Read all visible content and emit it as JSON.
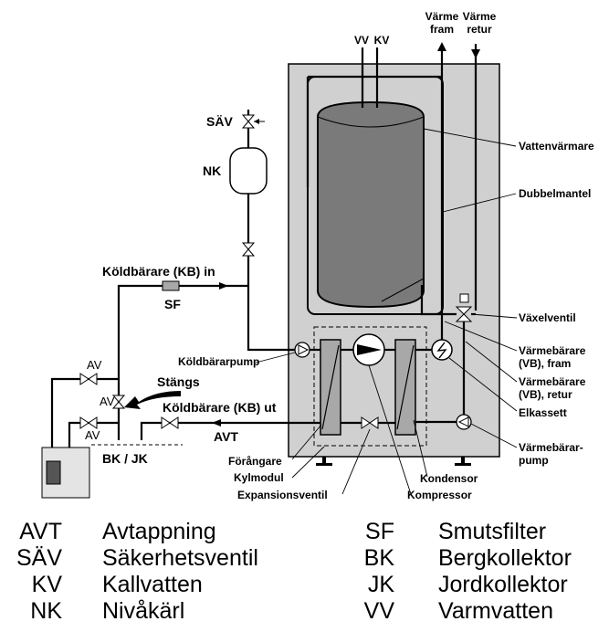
{
  "labels": {
    "varme_fram": [
      "Värme",
      "fram"
    ],
    "varme_retur": [
      "Värme",
      "retur"
    ],
    "vv": "VV",
    "kv": "KV",
    "sav": "SÄV",
    "nk": "NK",
    "vattenvarmare": "Vattenvärmare",
    "dubbelmantel": "Dubbelmantel",
    "koldbarare_in": "Köldbärare (KB) in",
    "sf": "SF",
    "vaxelventil": "Växelventil",
    "koldbararpump": "Köldbärarpump",
    "av_top": "AV",
    "av_mid": "AV",
    "av_bottom": "AV",
    "stangs": "Stängs",
    "koldbarare_ut": "Köldbärare (KB) ut",
    "avt": "AVT",
    "vb_fram": [
      "Värmebärare",
      "(VB), fram"
    ],
    "vb_retur": [
      "Värmebärare",
      "(VB), retur"
    ],
    "elkassett": "Elkassett",
    "varmebararpump": [
      "Värmebärar-",
      "pump"
    ],
    "bk_jk": "BK / JK",
    "forangare": "Förångare",
    "kylmodul": "Kylmodul",
    "expansionsventil": "Expansionsventil",
    "kondensor": "Kondensor",
    "kompressor": "Kompressor"
  },
  "legend": {
    "left": [
      {
        "abbr": "AVT",
        "desc": "Avtappning"
      },
      {
        "abbr": "SÄV",
        "desc": "Säkerhetsventil"
      },
      {
        "abbr": "KV",
        "desc": "Kallvatten"
      },
      {
        "abbr": "NK",
        "desc": "Nivåkärl"
      }
    ],
    "right": [
      {
        "abbr": "SF",
        "desc": "Smutsfilter"
      },
      {
        "abbr": "BK",
        "desc": "Bergkollektor"
      },
      {
        "abbr": "JK",
        "desc": "Jordkollektor"
      },
      {
        "abbr": "VV",
        "desc": "Varmvatten"
      }
    ]
  }
}
